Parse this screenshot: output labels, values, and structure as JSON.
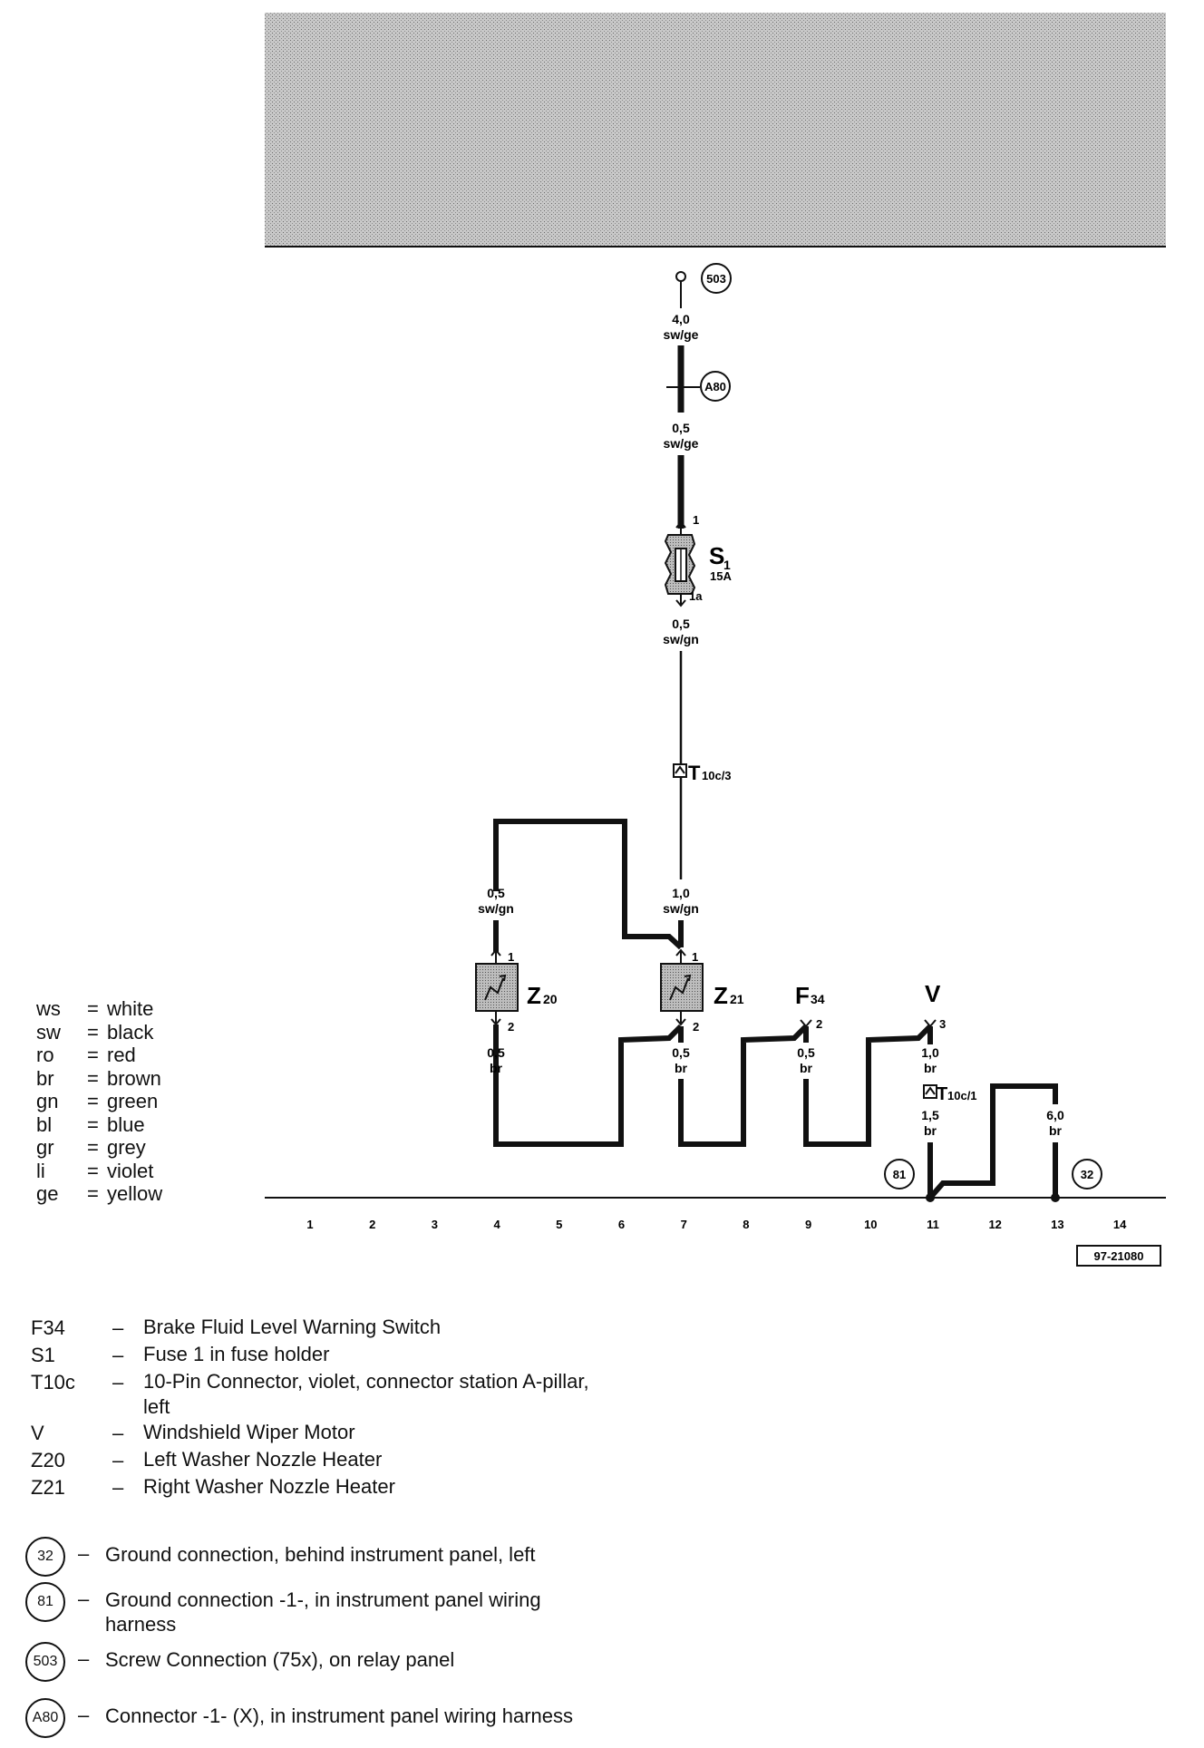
{
  "wires": {
    "w503_size": "4,0",
    "w503_color": "sw/ge",
    "wA80_size": "0,5",
    "wA80_color": "sw/ge",
    "wS1_size": "0,5",
    "wS1_color": "sw/gn",
    "wZ20_size": "0,5",
    "wZ20_color": "sw/gn",
    "wZ21_size": "1,0",
    "wZ21_color": "sw/gn",
    "b4_size": "0,5",
    "b4_color": "br",
    "b7_size": "0,5",
    "b7_color": "br",
    "b9_size": "0,5",
    "b9_color": "br",
    "b11a_size": "1,0",
    "b11a_color": "br",
    "b11b_size": "1,5",
    "b11b_color": "br",
    "b13_size": "6,0",
    "b13_color": "br"
  },
  "components": {
    "s1_main": "S",
    "s1_sub": "1",
    "s1_rating": "15A",
    "s1_pin_top": "1",
    "s1_pin_bottom": "1a",
    "t10c3_main": "T",
    "t10c3_sub": "10c/3",
    "t10c1_main": "T",
    "t10c1_sub": "10c/1",
    "z20_main": "Z",
    "z20_sub": "20",
    "z21_main": "Z",
    "z21_sub": "21",
    "f34_main": "F",
    "f34_sub": "34",
    "v_main": "V",
    "z20_pin1": "1",
    "z20_pin2": "2",
    "z21_pin1": "1",
    "z21_pin2": "2",
    "f34_pin": "2",
    "v_pin": "3"
  },
  "circles": {
    "c503": "503",
    "cA80": "A80",
    "c81": "81",
    "c32": "32"
  },
  "axis": [
    "1",
    "2",
    "3",
    "4",
    "5",
    "6",
    "7",
    "8",
    "9",
    "10",
    "11",
    "12",
    "13",
    "14"
  ],
  "figure_id": "97-21080",
  "color_legend": [
    {
      "code": "ws",
      "name": "white"
    },
    {
      "code": "sw",
      "name": "black"
    },
    {
      "code": "ro",
      "name": "red"
    },
    {
      "code": "br",
      "name": "brown"
    },
    {
      "code": "gn",
      "name": "green"
    },
    {
      "code": "bl",
      "name": "blue"
    },
    {
      "code": "gr",
      "name": "grey"
    },
    {
      "code": "li",
      "name": "violet"
    },
    {
      "code": "ge",
      "name": "yellow"
    }
  ],
  "parts": [
    {
      "code": "F34",
      "desc": "Brake Fluid Level Warning Switch"
    },
    {
      "code": "S1",
      "desc": "Fuse 1 in fuse holder"
    },
    {
      "code": "T10c",
      "desc": "10-Pin Connector, violet, connector station A-pillar, left"
    },
    {
      "code": "V",
      "desc": "Windshield Wiper Motor"
    },
    {
      "code": "Z20",
      "desc": "Left Washer Nozzle Heater"
    },
    {
      "code": "Z21",
      "desc": "Right Washer Nozzle Heater"
    }
  ],
  "grounds": [
    {
      "code": "32",
      "desc": "Ground connection, behind instrument panel, left"
    },
    {
      "code": "81",
      "desc": "Ground connection -1-, in instrument panel wiring harness"
    },
    {
      "code": "503",
      "desc": "Screw Connection (75x), on relay panel"
    },
    {
      "code": "A80",
      "desc": "Connector -1- (X), in instrument panel wiring harness"
    }
  ],
  "colors": {
    "line": "#111111",
    "banner": "#b5b5b5",
    "component_fill": "#a9a9a9"
  }
}
